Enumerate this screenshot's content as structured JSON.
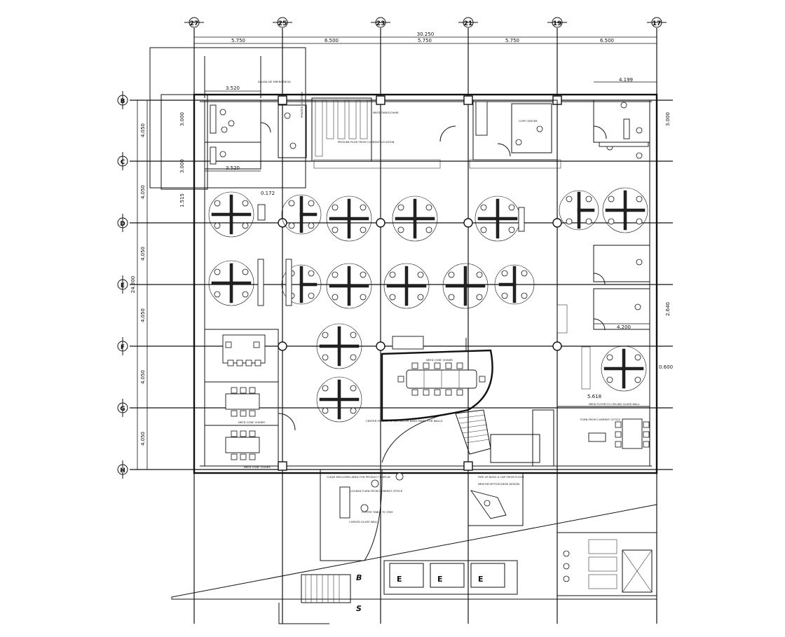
{
  "grid_columns": [
    "27",
    "25",
    "23",
    "21",
    "19",
    "17"
  ],
  "grid_rows": [
    "B",
    "C",
    "D",
    "E",
    "F",
    "G",
    "H"
  ],
  "dimensions": {
    "overall_width": "30.250",
    "bay_top_row": [
      "5.750",
      "6.500",
      "5.750",
      "5.750",
      "6.500"
    ],
    "overall_height": "24.300",
    "bay_rows": [
      "4.050",
      "4.050",
      "4.050",
      "4.050",
      "4.050",
      "4.050"
    ],
    "room_upper_left_width": "3.520",
    "room_lower_left_width": "3.520",
    "room_left_depth_1": "3.000",
    "room_left_depth_2": "3.000",
    "right_office_width": "4.199",
    "right_office_depth": "3.000",
    "offset_small": "0.172",
    "left_offset": "1.515",
    "office_mid_right_width": "4.200",
    "office_mid_right_depth": "2.640",
    "pod_offset_right": "0.600",
    "stair_offset": "5.618"
  },
  "notes": {
    "emergency_exit": "SALIDA DE EMERGENCIA",
    "printer": "PRINTER LOCATION",
    "storage": "PROVIDE FILES FROM CURRENT LOCATION",
    "copy_center": "COPY CENTER",
    "need_tables": "NEED TABLE/CHAIR",
    "conf_chairs_1": "NEED CONF CHAIRS",
    "conf_chairs_2": "NEED CONF CHAIRS",
    "main_conf": "NEED CONF CHAIRS",
    "plasma": "CENTER PLASMA TV ON CENTER NEED PANEL FOR WALLS",
    "floor_glass": "NEED FLOOR-TO-CEILING GLASS WALL",
    "current_office": "FURN FROM CURRENT OFFICE",
    "clear_glass": "CLEAR ENCLOSED AREA FOR PRODUCT DISPLAY",
    "lounge": "LOUNGE FURN FROM CURRENT OFFICE",
    "coffee": "COFFEE TABLE TO STAY",
    "curved_glass": "CURVED GLASS WALL",
    "reception_note": "FIRE UP BODY & CAP FROM FLOOR",
    "reception_desk": "NEW RECEPTION DESK DESIGN"
  },
  "labels": {
    "stair_up": "B",
    "stair_down": "S",
    "elevator": "E"
  }
}
